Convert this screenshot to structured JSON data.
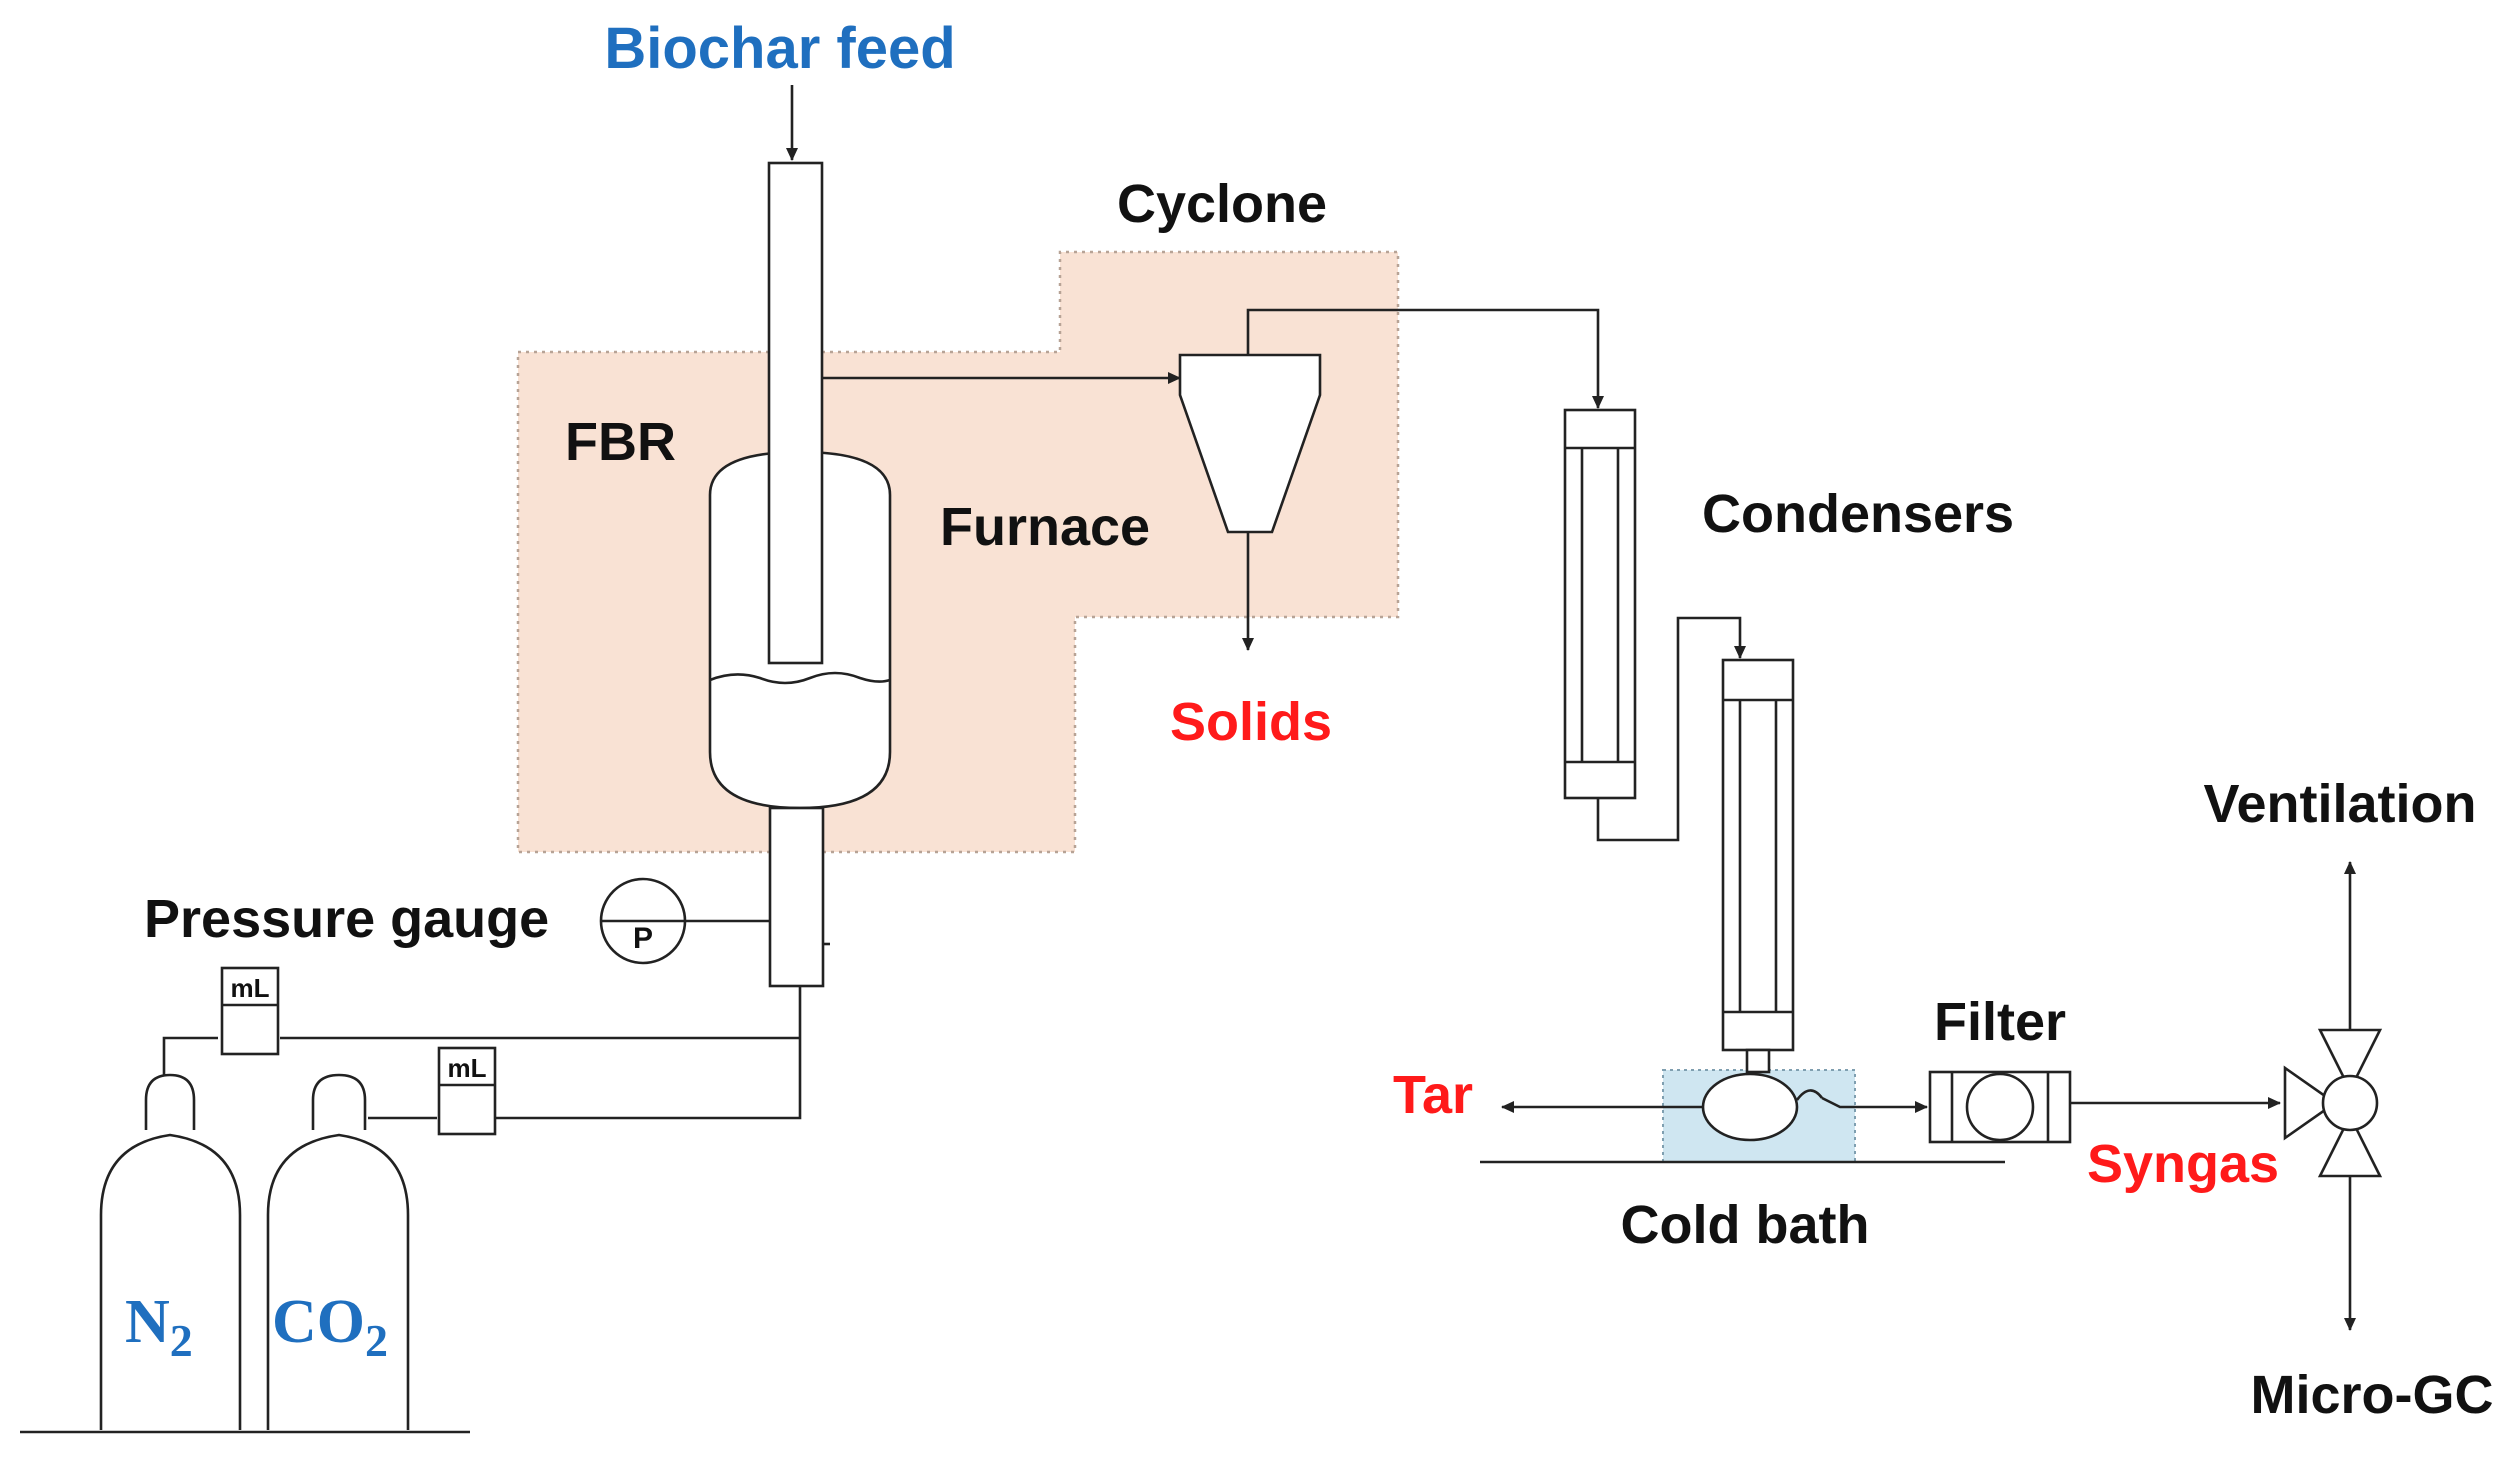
{
  "labels": {
    "biochar_feed": "Biochar feed",
    "cyclone": "Cyclone",
    "fbr": "FBR",
    "furnace": "Furnace",
    "solids": "Solids",
    "condensers": "Condensers",
    "pressure_gauge": "Pressure gauge",
    "gauge_symbol": "P",
    "flowmeter_1": "mL",
    "flowmeter_2": "mL",
    "n2_base": "N",
    "n2_sub": "2",
    "co2_base": "CO",
    "co2_sub": "2",
    "tar": "Tar",
    "cold_bath": "Cold bath",
    "filter": "Filter",
    "syngas": "Syngas",
    "ventilation": "Ventilation",
    "micro_gc": "Micro-GC"
  },
  "colors": {
    "input_label": "#1f6fbf",
    "product_label": "#ff1a1a",
    "furnace_fill": "#f9e2d4",
    "cold_bath_fill": "#cfe6f1",
    "line": "#222222"
  }
}
